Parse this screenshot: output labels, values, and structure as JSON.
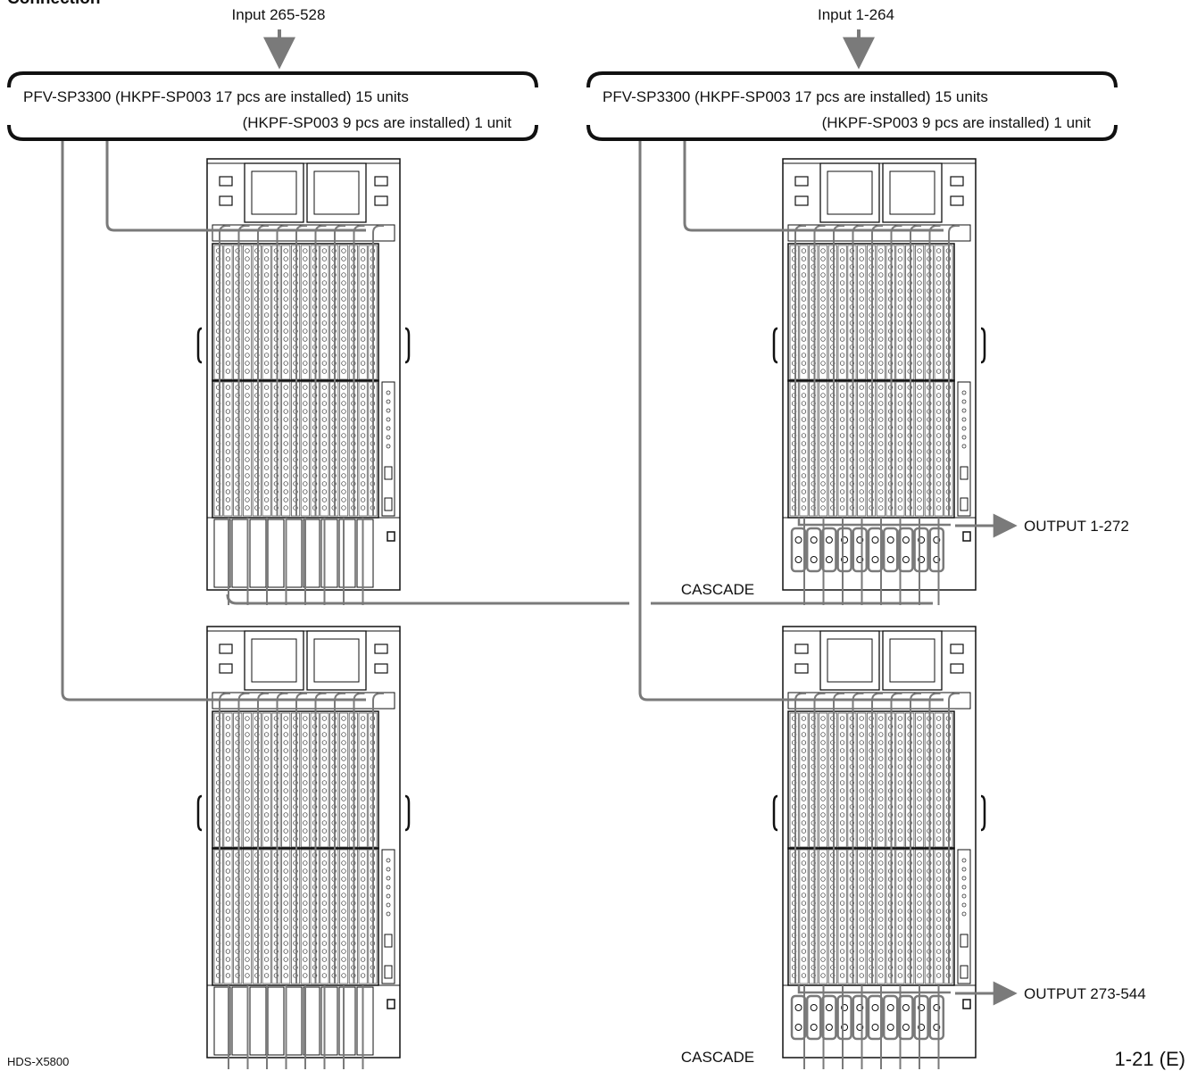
{
  "page": {
    "section_title": "Connection",
    "footer_left": "HDS-X5800",
    "footer_right": "1-21 (E)"
  },
  "diagram": {
    "inputs": [
      {
        "label": "Input 265-528",
        "group": "left"
      },
      {
        "label": "Input 1-264",
        "group": "right"
      }
    ],
    "boxes": [
      {
        "line1": "PFV-SP3300 (HKPF-SP003 17 pcs are installed) 15 units",
        "line2": "(HKPF-SP003   9 pcs are installed)   1 unit"
      },
      {
        "line1": "PFV-SP3300 (HKPF-SP003 17 pcs are installed) 15 units",
        "line2": "(HKPF-SP003   9 pcs are installed)   1 unit"
      }
    ],
    "outputs": [
      "OUTPUT 1-272",
      "OUTPUT 273-544"
    ],
    "cascade_labels": [
      "CASCADE",
      "CASCADE"
    ],
    "colors": {
      "line": "#111111",
      "cable": "#7a7a7a"
    }
  }
}
